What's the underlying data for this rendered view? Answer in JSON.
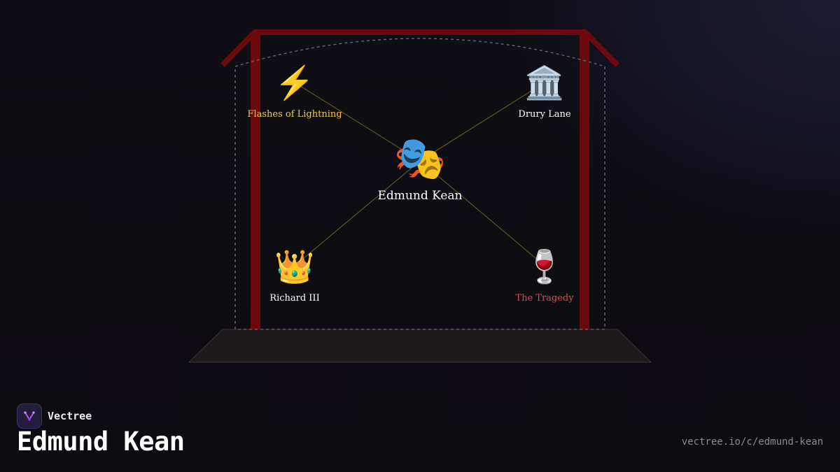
{
  "diagram": {
    "center": {
      "label": "Edmund Kean",
      "icon": "theater-masks-icon",
      "emoji": "🎭",
      "color": "#ffffff"
    },
    "nodes": [
      {
        "id": "flashes",
        "label": "Flashes of Lightning",
        "icon": "lightning-icon",
        "emoji": "⚡",
        "color": "#f2c94c"
      },
      {
        "id": "drury",
        "label": "Drury Lane",
        "icon": "classical-building-icon",
        "emoji": "🏛️",
        "color": "#ffffff"
      },
      {
        "id": "richard",
        "label": "Richard III",
        "icon": "crown-icon",
        "emoji": "👑",
        "color": "#ffffff"
      },
      {
        "id": "tragedy",
        "label": "The Tragedy",
        "icon": "wine-glass-icon",
        "emoji": "🍷",
        "color": "#e5484d"
      }
    ]
  },
  "brand": {
    "name": "Vectree",
    "icon": "vectree-logo-icon"
  },
  "page": {
    "title": "Edmund Kean",
    "url": "vectree.io/c/edmund-kean"
  },
  "colors": {
    "curtain": "#6b0a0e",
    "connector": "#6e6128",
    "stage_floor": "#1e191b"
  }
}
